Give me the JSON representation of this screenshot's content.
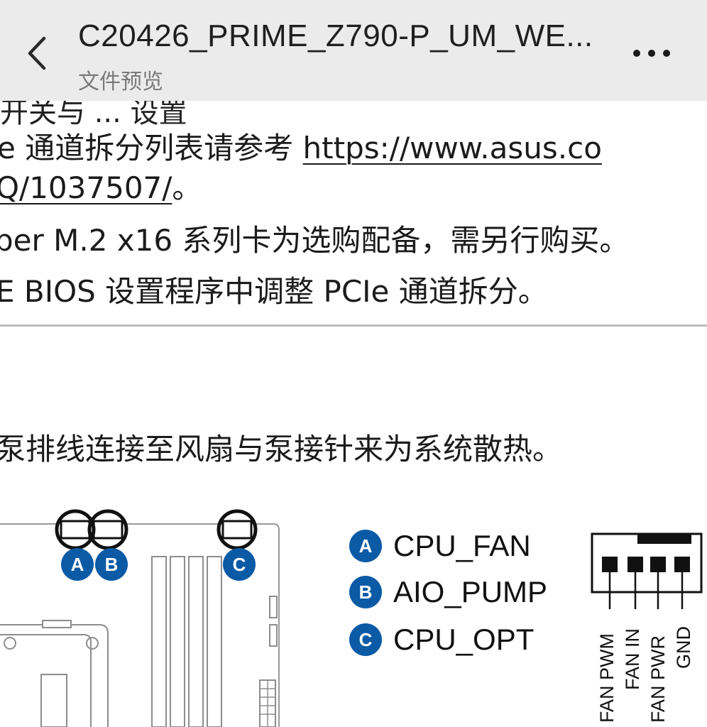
{
  "header": {
    "title": "C20426_PRIME_Z790-P_UM_WE...",
    "subtitle": "文件预览",
    "back_icon": "chevron-left-icon",
    "more_icon": "more-dots-icon"
  },
  "body": {
    "cut_line": "开关与 ... 设置",
    "line1_text": "e  通道拆分列表请参考 ",
    "line1_link": "https://www.asus.co",
    "line2_link": "Q/1037507/",
    "line2_suffix": "。",
    "line3": "per M.2 x16 系列卡为选购配备，需另行购买。",
    "line4": "E BIOS 设置程序中调整 PCIe 通道拆分。",
    "line5": "泵排线连接至风扇与泵接针来为系统散热。"
  },
  "diagram": {
    "headers": [
      {
        "badge": "A",
        "label": "CPU_FAN"
      },
      {
        "badge": "B",
        "label": "AIO_PUMP"
      },
      {
        "badge": "C",
        "label": "CPU_OPT"
      }
    ],
    "pins": [
      "FAN PWM",
      "FAN IN",
      "FAN PWR",
      "GND"
    ],
    "badge_color": "#0b5aa5"
  }
}
